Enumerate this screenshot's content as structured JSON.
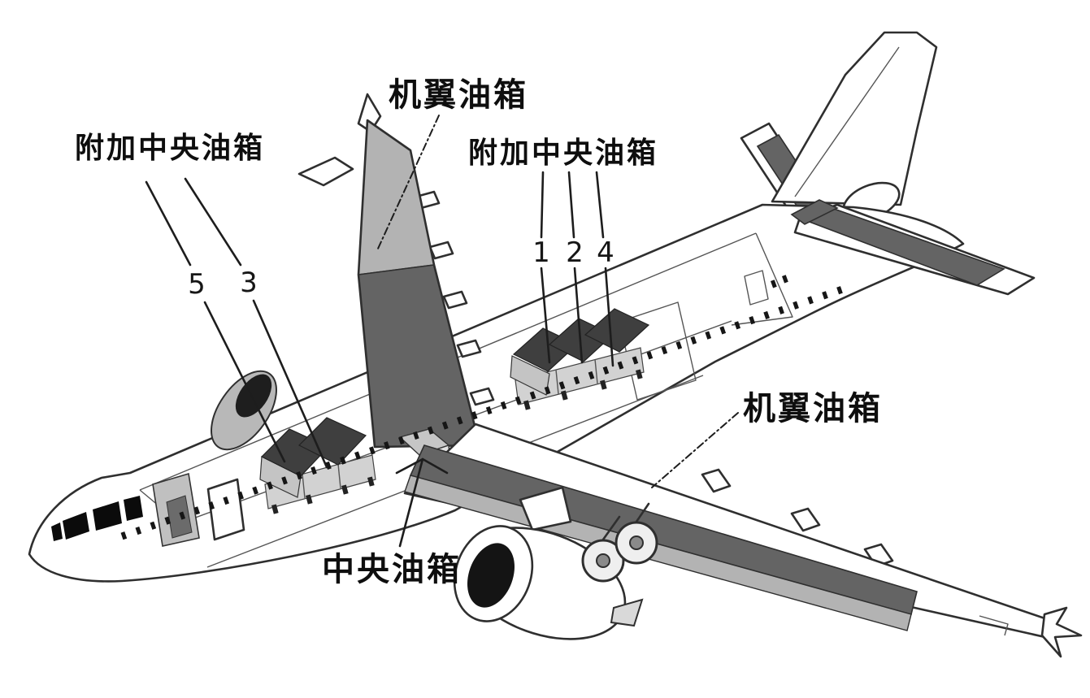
{
  "diagram": {
    "labels": {
      "wing_tank_top": "机翼油箱",
      "wing_tank_right": "机翼油箱",
      "additional_center_tank_left": "附加中央油箱",
      "additional_center_tank_right": "附加中央油箱",
      "center_tank": "中央油箱"
    },
    "tank_numbers": {
      "left": [
        "5",
        "3"
      ],
      "right": [
        "1",
        "2",
        "4"
      ]
    },
    "colors": {
      "background": "#ffffff",
      "outline": "#2f2f2f",
      "wing_tank_dark": "#646464",
      "wing_tank_light": "#b3b3b3",
      "aux_tank_box_dark": "#3f3f3f",
      "aux_tank_box_base": "#d2d2d2",
      "window_dots": "#161616",
      "label_text": "#0e0e0e"
    }
  }
}
